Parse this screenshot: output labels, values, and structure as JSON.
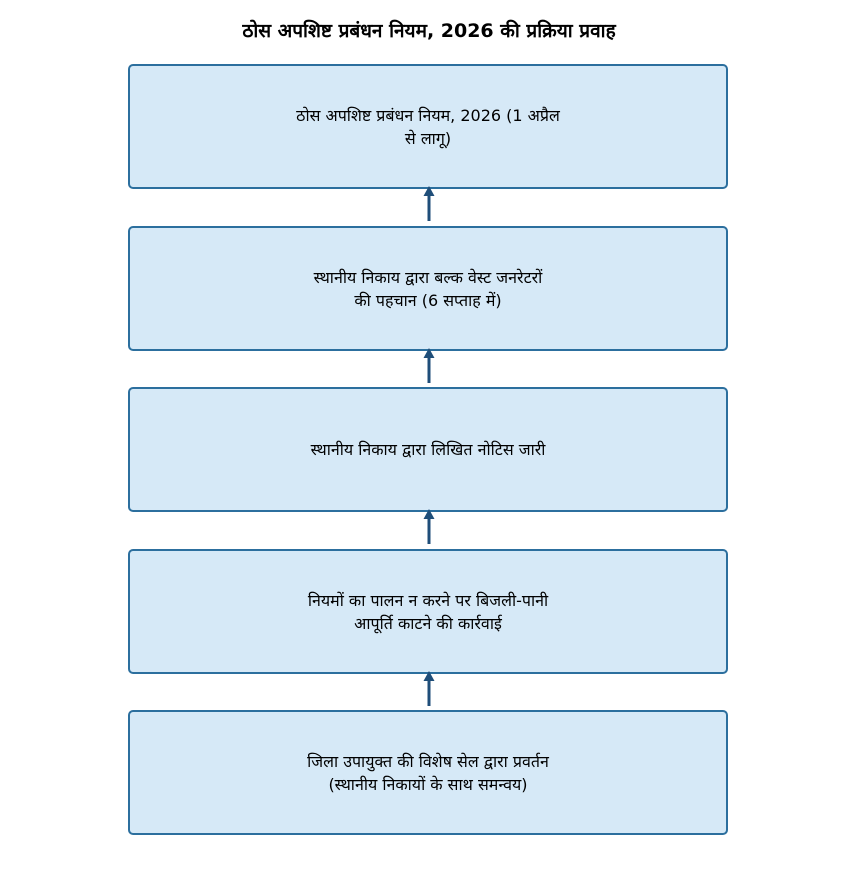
{
  "title": "ठोस अपशिष्ट प्रबंधन नियम, 2026 की प्रक्रिया प्रवाह",
  "colors": {
    "box_fill": "#d6e9f7",
    "box_border": "#2c6f9e",
    "arrow": "#1f4e79"
  },
  "steps": [
    {
      "label": "ठोस अपशिष्ट प्रबंधन नियम, 2026 (1 अप्रैल\nसे लागू)"
    },
    {
      "label": "स्थानीय निकाय द्वारा बल्क वेस्ट जनरेटरों\nकी पहचान (6 सप्ताह में)"
    },
    {
      "label": "स्थानीय निकाय द्वारा लिखित नोटिस जारी"
    },
    {
      "label": "नियमों का पालन न करने पर बिजली-पानी\nआपूर्ति काटने की कार्रवाई"
    },
    {
      "label": "जिला उपायुक्त की विशेष सेल द्वारा प्रवर्तन\n(स्थानीय निकायों के साथ समन्वय)"
    }
  ],
  "connectors": [
    {
      "from": 1,
      "to": 0,
      "direction": "up"
    },
    {
      "from": 2,
      "to": 1,
      "direction": "up"
    },
    {
      "from": 3,
      "to": 2,
      "direction": "up"
    },
    {
      "from": 4,
      "to": 3,
      "direction": "up"
    }
  ]
}
